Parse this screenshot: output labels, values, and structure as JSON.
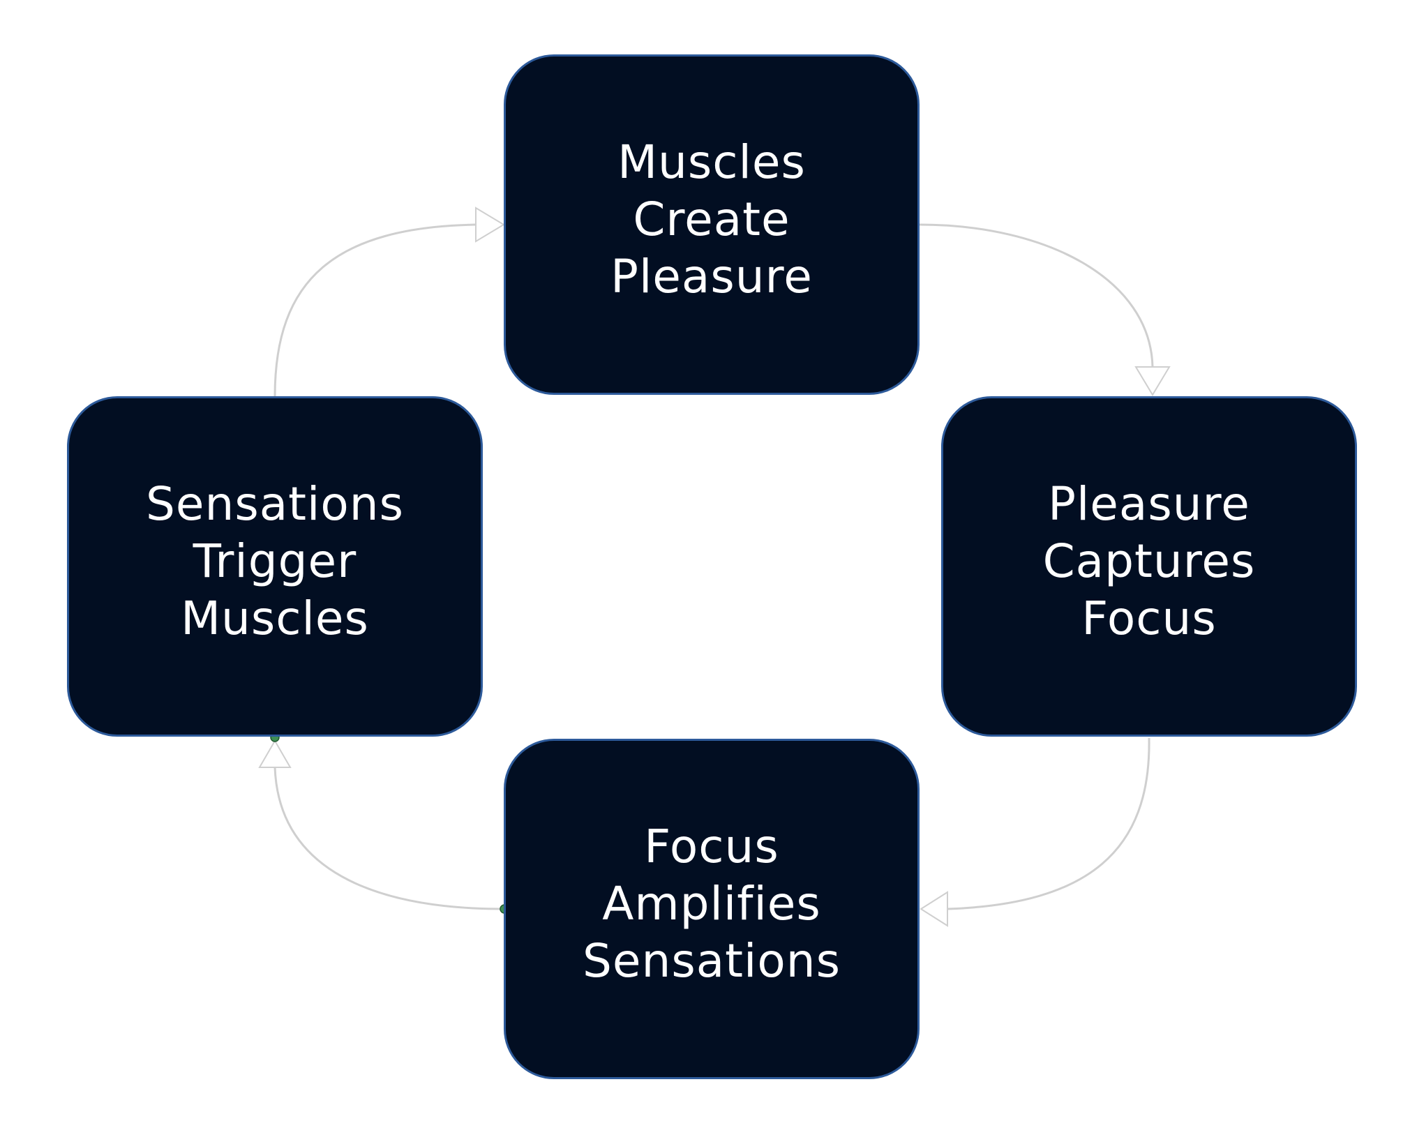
{
  "diagram": {
    "type": "cycle",
    "colors": {
      "node_fill": "#020e22",
      "node_border": "#2d5a9a",
      "node_text": "#ffffff",
      "arrow": "#cfcfcf",
      "connector_dot": "#3f8f55"
    },
    "nodes": [
      {
        "id": "top",
        "label": "Muscles\nCreate\nPleasure"
      },
      {
        "id": "right",
        "label": "Pleasure\nCaptures\nFocus"
      },
      {
        "id": "bottom",
        "label": "Focus\nAmplifies\nSensations"
      },
      {
        "id": "left",
        "label": "Sensations\nTrigger\nMuscles"
      }
    ],
    "edges": [
      {
        "from": "top",
        "to": "right"
      },
      {
        "from": "right",
        "to": "bottom"
      },
      {
        "from": "bottom",
        "to": "left"
      },
      {
        "from": "left",
        "to": "top"
      }
    ]
  }
}
